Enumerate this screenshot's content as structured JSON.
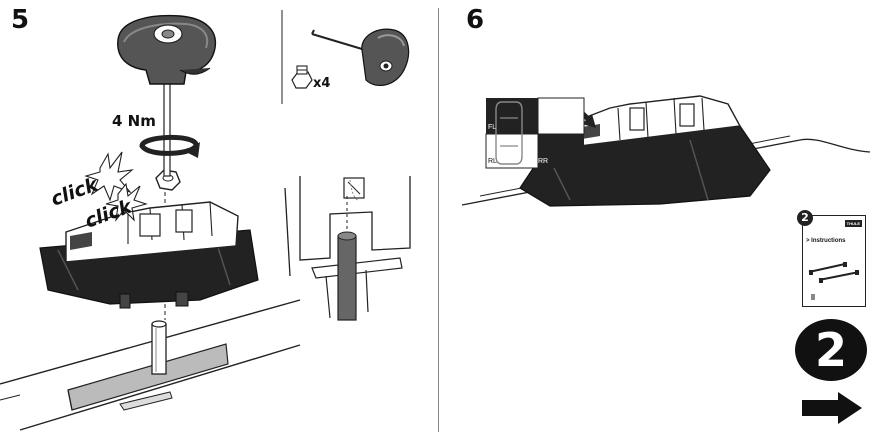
{
  "steps": [
    {
      "number": "5"
    },
    {
      "number": "6"
    }
  ],
  "step5": {
    "torque": "4 Nm",
    "click_text": [
      "click",
      "click"
    ],
    "quantity": "x4"
  },
  "step6": {
    "position_labels": {
      "front_left": "FL",
      "rear_left": "RL",
      "rear_right": "RR"
    }
  },
  "booklet": {
    "step_number": "2",
    "title": "> Instructions",
    "brand": "THULE"
  },
  "next": {
    "step_number": "2",
    "arrow_icon": "right-arrow-icon"
  },
  "colors": {
    "ink": "#111111",
    "line": "#222222",
    "gray": "#888888",
    "white": "#ffffff"
  }
}
